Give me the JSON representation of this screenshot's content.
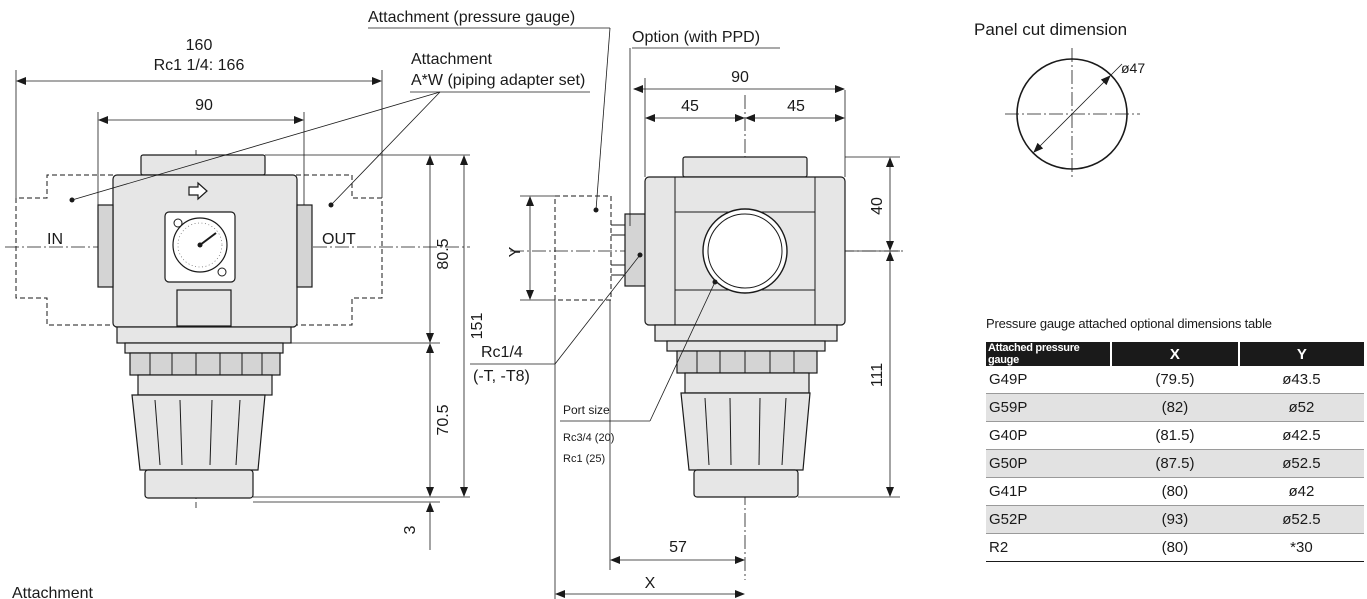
{
  "front_view": {
    "dim_total_width": "160",
    "dim_total_width_alt": "Rc1 1/4: 166",
    "dim_body_width": "90",
    "label_attachment": "Attachment",
    "label_attachment_sub": "A*W (piping adapter set)",
    "label_in": "IN",
    "label_out": "OUT",
    "dim_upper_height": "80.5",
    "dim_lower_height": "70.5",
    "dim_total_height": "151",
    "dim_bottom": "3",
    "label_attachment_bottom": "Attachment"
  },
  "side_view": {
    "label_attachment_gauge": "Attachment (pressure gauge)",
    "label_option": "Option (with PPD)",
    "dim_total_width": "90",
    "dim_half_left": "45",
    "dim_half_right": "45",
    "dim_top": "40",
    "dim_lower": "111",
    "dim_y": "Y",
    "label_rc14": "Rc1/4",
    "label_rc14_sub": "(-T, -T8)",
    "label_port_size": "Port size",
    "label_port_1": "Rc3/4 (20)",
    "label_port_2": "Rc1 (25)",
    "dim_57": "57",
    "dim_x": "X"
  },
  "panel_cut": {
    "title": "Panel cut dimension",
    "diameter": "ø47"
  },
  "gauge_table": {
    "caption": "Pressure gauge attached optional dimensions table",
    "headers": [
      "Attached pressure gauge",
      "X",
      "Y"
    ],
    "rows": [
      {
        "name": "G49P",
        "x": "(79.5)",
        "y": "ø43.5"
      },
      {
        "name": "G59P",
        "x": "(82)",
        "y": "ø52"
      },
      {
        "name": "G40P",
        "x": "(81.5)",
        "y": "ø42.5"
      },
      {
        "name": "G50P",
        "x": "(87.5)",
        "y": "ø52.5"
      },
      {
        "name": "G41P",
        "x": "(80)",
        "y": "ø42"
      },
      {
        "name": "G52P",
        "x": "(93)",
        "y": "ø52.5"
      },
      {
        "name": "R2",
        "x": "(80)",
        "y": "*30"
      }
    ]
  }
}
